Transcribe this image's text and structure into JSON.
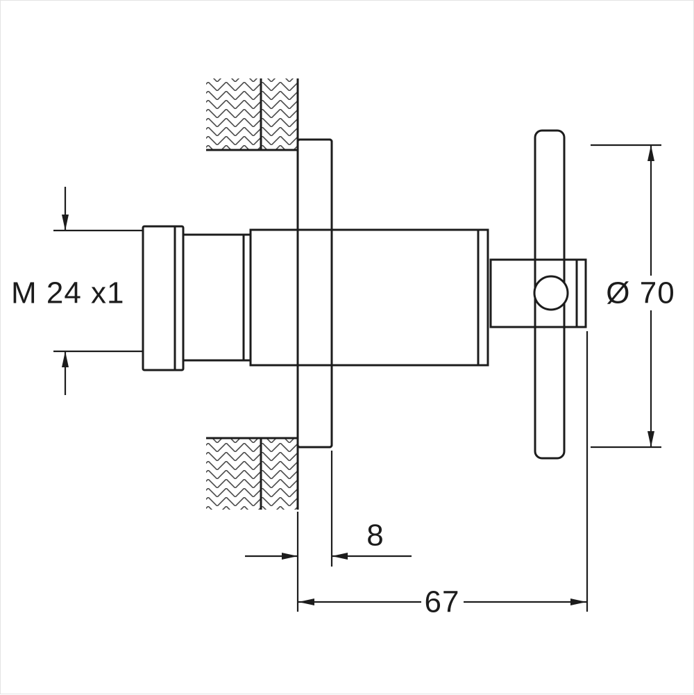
{
  "page": {
    "background": "#ffffff",
    "border_color": "#e3e3e3"
  },
  "drawing": {
    "type": "technical-dimension-drawing",
    "subject": "concealed-valve-with-cross-handle-side-section-view",
    "line_color": "#1c1c1c",
    "hatch_color": "#4a4a4a",
    "labels": {
      "thread_size": "M 24 x1",
      "handle_diameter": "Ø 70",
      "escutcheon_depth": "8",
      "installation_depth": "67"
    }
  }
}
